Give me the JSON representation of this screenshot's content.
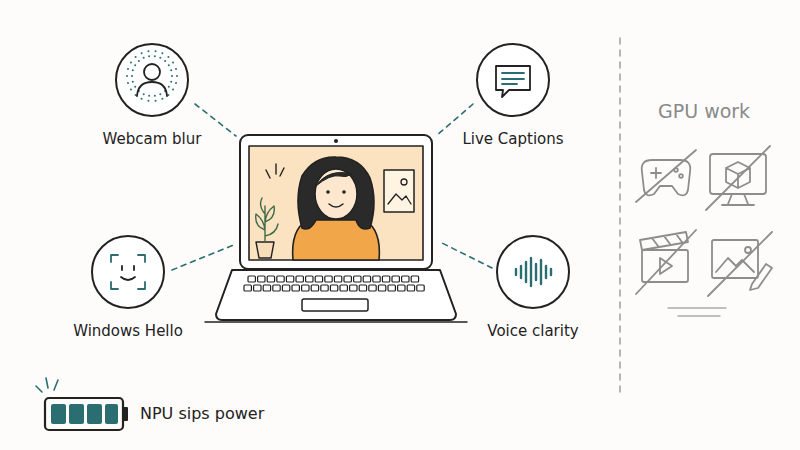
{
  "diagram": {
    "nodes": [
      {
        "text": [
          "Webcam blur"
        ]
      },
      {
        "text": [
          "Live Captions"
        ]
      },
      {
        "text": [
          "Windows Hello"
        ]
      },
      {
        "text": [
          "Voice clarity"
        ]
      }
    ],
    "labels": [
      "GPU work",
      "NPU sips power"
    ]
  }
}
